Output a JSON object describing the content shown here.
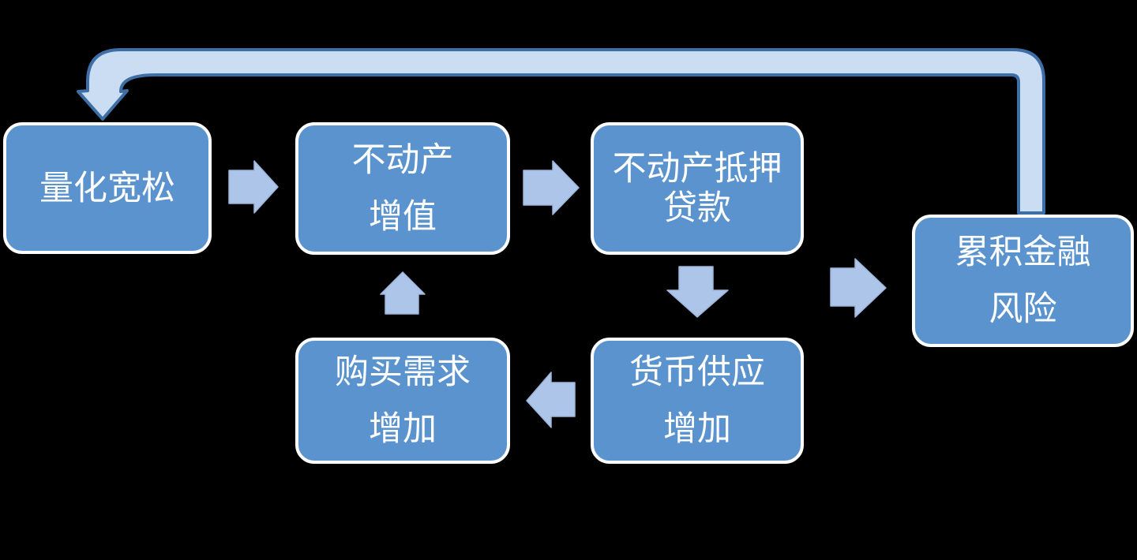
{
  "diagram": {
    "type": "flowchart",
    "boxes": [
      {
        "name": "quantitative-easing",
        "lines": [
          "量化宽松"
        ]
      },
      {
        "name": "real-estate-appreciation",
        "lines": [
          "不动产",
          "增值"
        ]
      },
      {
        "name": "real-estate-mortgage-loan",
        "lines": [
          "不动产抵押",
          "贷款"
        ]
      },
      {
        "name": "accumulated-financial-risk",
        "lines": [
          "累积金融",
          "风险"
        ]
      },
      {
        "name": "purchase-demand-increase",
        "lines": [
          "购买需求",
          "增加"
        ]
      },
      {
        "name": "money-supply-increase",
        "lines": [
          "货币供应",
          "增加"
        ]
      }
    ],
    "connectors": [
      {
        "name": "arrow-qe-to-appreciation",
        "direction": "right",
        "from": "quantitative-easing",
        "to": "real-estate-appreciation"
      },
      {
        "name": "arrow-appreciation-to-mortgage",
        "direction": "right",
        "from": "real-estate-appreciation",
        "to": "real-estate-mortgage-loan"
      },
      {
        "name": "arrow-mortgage-to-moneysupply",
        "direction": "down",
        "from": "real-estate-mortgage-loan",
        "to": "money-supply-increase"
      },
      {
        "name": "arrow-mortgage-to-risk",
        "direction": "right",
        "from": "real-estate-mortgage-loan",
        "to": "accumulated-financial-risk"
      },
      {
        "name": "arrow-moneysupply-to-demand",
        "direction": "left",
        "from": "money-supply-increase",
        "to": "purchase-demand-increase"
      },
      {
        "name": "arrow-demand-to-appreciation",
        "direction": "up",
        "from": "purchase-demand-increase",
        "to": "real-estate-appreciation"
      },
      {
        "name": "loop-arrow",
        "direction": "loop-top",
        "from": "accumulated-financial-risk",
        "to": "quantitative-easing"
      }
    ],
    "colors": {
      "background": "#000000",
      "box_fill": "#5B93CE",
      "box_border": "#FFFFFF",
      "text": "#FFFFFF",
      "arrow_fill": "#ADC5E9",
      "arrow_stroke": "#9DB5DB",
      "loop_fill": "#CBDDF2",
      "loop_stroke": "#3D6EA5"
    }
  }
}
